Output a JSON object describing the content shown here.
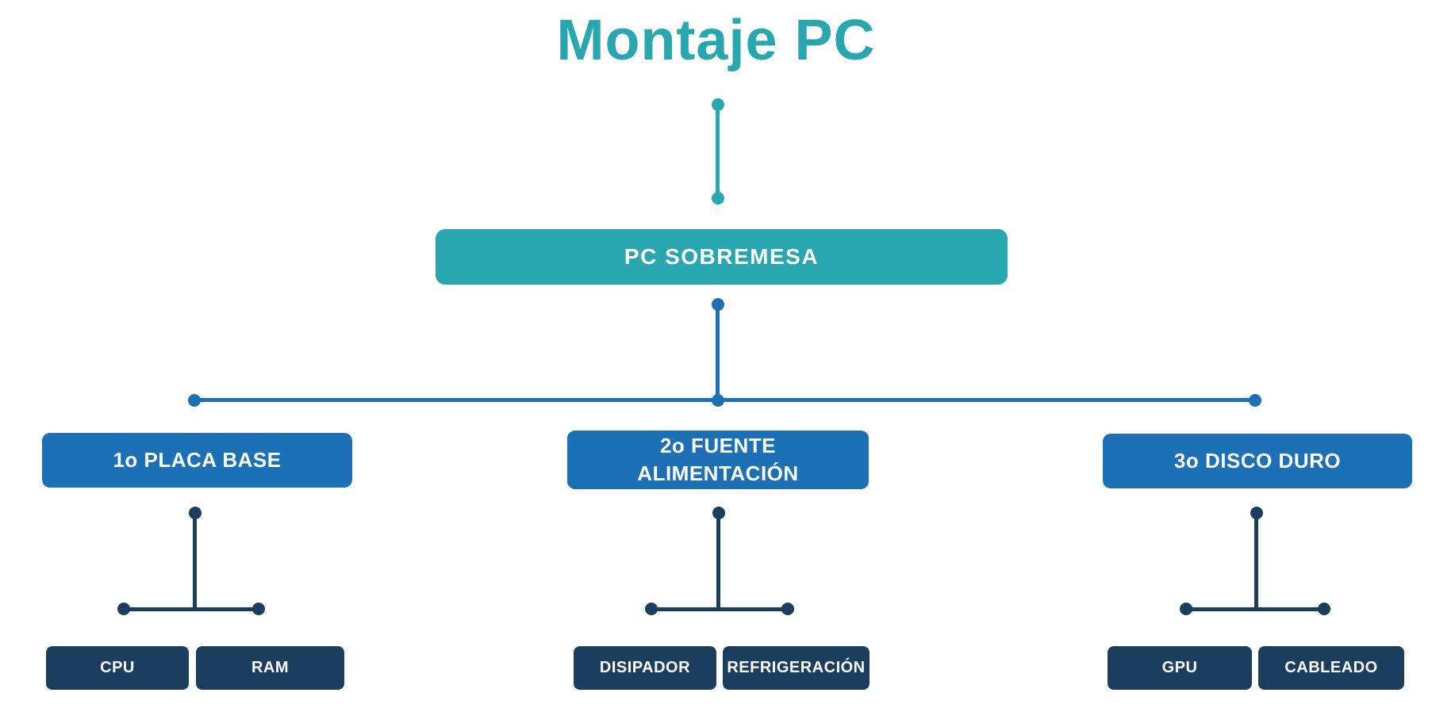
{
  "title": {
    "text": "Montaje PC"
  },
  "palette": {
    "title_color": "#29A7B1",
    "root_node": "#29A7B1",
    "branch_node": "#1B70B6",
    "leaf_node": "#1C3E5E",
    "node_text": "#FFFFFF",
    "background": "#FFFFFF"
  },
  "tree": {
    "root": {
      "label": "PC SOBREMESA"
    },
    "branches": [
      {
        "label": "1o PLACA BASE",
        "children": [
          {
            "label": "CPU"
          },
          {
            "label": "RAM"
          }
        ]
      },
      {
        "label": "2o FUENTE ALIMENTACIÓN",
        "children": [
          {
            "label": "DISIPADOR"
          },
          {
            "label": "REFRIGERACIÓN"
          }
        ]
      },
      {
        "label": "3o DISCO DURO",
        "children": [
          {
            "label": "GPU"
          },
          {
            "label": "CABLEADO"
          }
        ]
      }
    ]
  }
}
